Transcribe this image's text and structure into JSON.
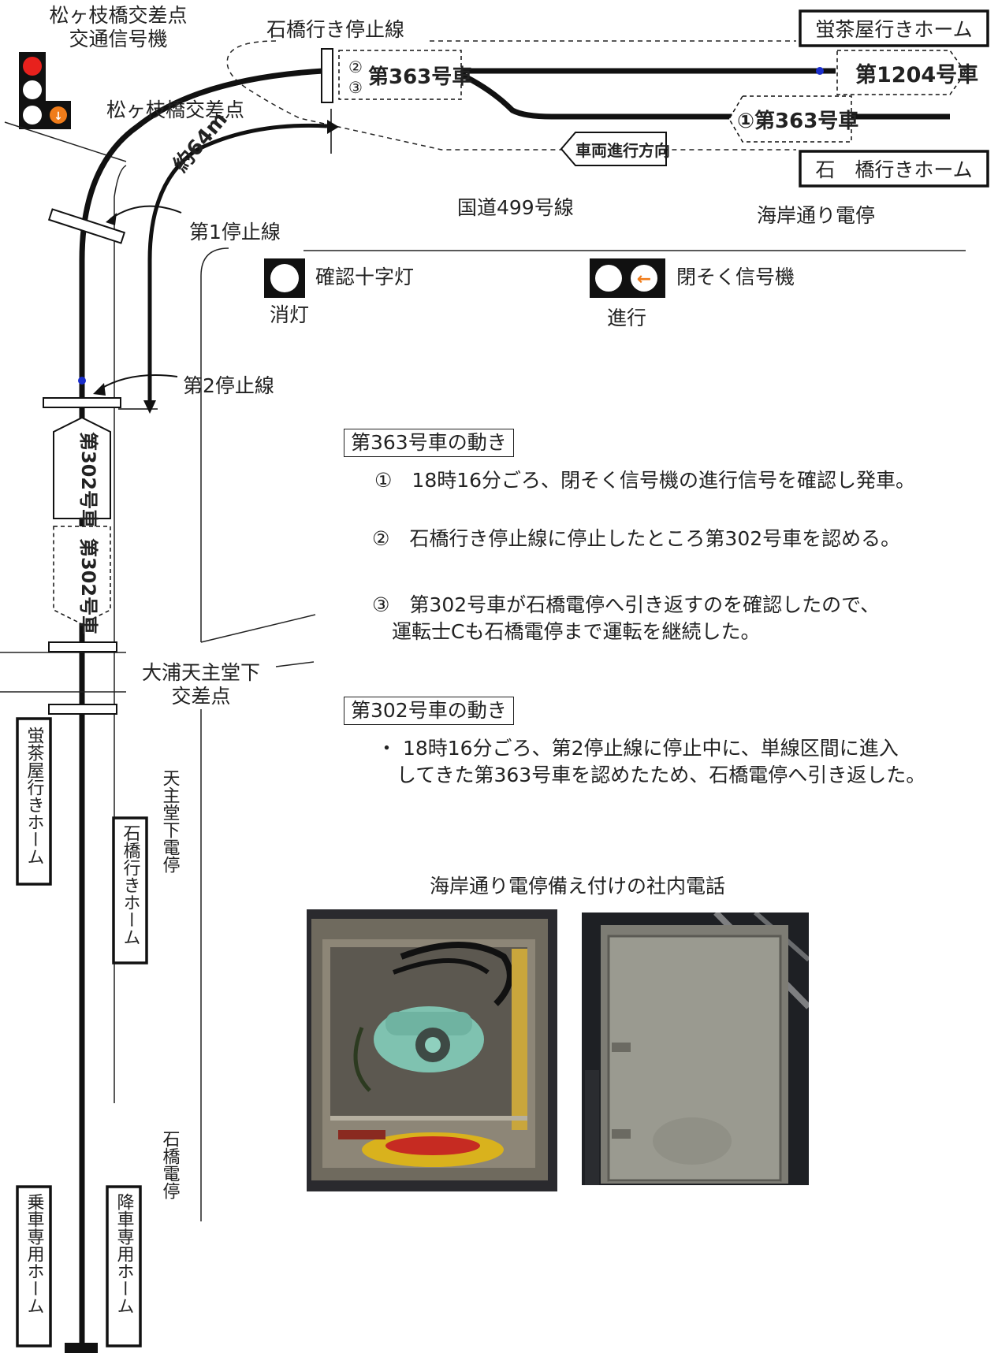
{
  "signal": {
    "title_line1": "松ヶ枝橋交差点",
    "title_line2": "交通信号機",
    "arrow_glyph": "↓"
  },
  "places": {
    "matsugae_crossing": "松ヶ枝橋交差点",
    "ishibashi_stop_line": "石橋行き停止線",
    "hotaru_platform": "蛍茶屋行きホーム",
    "ishibashi_platform": "石　橋行きホーム",
    "route_499": "国道499号線",
    "kaigan_stop": "海岸通り電停",
    "first_stop_line": "第1停止線",
    "second_stop_line": "第2停止線",
    "distance": "約64m",
    "oura_line1": "大浦天主堂下",
    "oura_line2": "交差点",
    "tenshudo_stop": "天主堂下電停",
    "ishibashi_stop": "石橋電停",
    "v_hotaru_platform": "蛍茶屋行きホーム",
    "v_ishibashi_platform": "石橋行きホーム",
    "boarding_platform": "乗車専用ホーム",
    "alighting_platform": "降車専用ホーム"
  },
  "vehicles": {
    "car363_pos23": "第363号車",
    "car363_pos23_marks": [
      "②",
      "③"
    ],
    "car363_pos1": "①第363号車",
    "car1204": "第1204号車",
    "car302_solid": "第302号車",
    "car302_dashed": "第302号車",
    "direction": "車両進行方向"
  },
  "legend": {
    "confirm_lamp_label": "確認十字灯",
    "confirm_lamp_state": "消灯",
    "block_signal_label": "閉そく信号機",
    "block_signal_state": "進行",
    "block_signal_glyph": "←"
  },
  "notes": {
    "car363": {
      "title": "第363号車の動き",
      "items": [
        "①　18時16分ごろ、閉そく信号機の進行信号を確認し発車。",
        "②　石橋行き停止線に停止したところ第302号車を認める。",
        "③　第302号車が石橋電停へ引き返すのを確認したので、",
        "　運転士Cも石橋電停まで運転を継続した。"
      ]
    },
    "car302": {
      "title": "第302号車の動き",
      "items": [
        "・ 18時16分ごろ、第2停止線に停止中に、単線区間に進入",
        "　してきた第363号車を認めたため、石橋電停へ引き返した。"
      ]
    }
  },
  "photos": {
    "caption": "海岸通り電停備え付けの社内電話"
  },
  "colors": {
    "signal_red": "#e8211d",
    "signal_orange": "#f07c1a",
    "track_black": "#111111",
    "dot_blue": "#1a2ecc"
  }
}
